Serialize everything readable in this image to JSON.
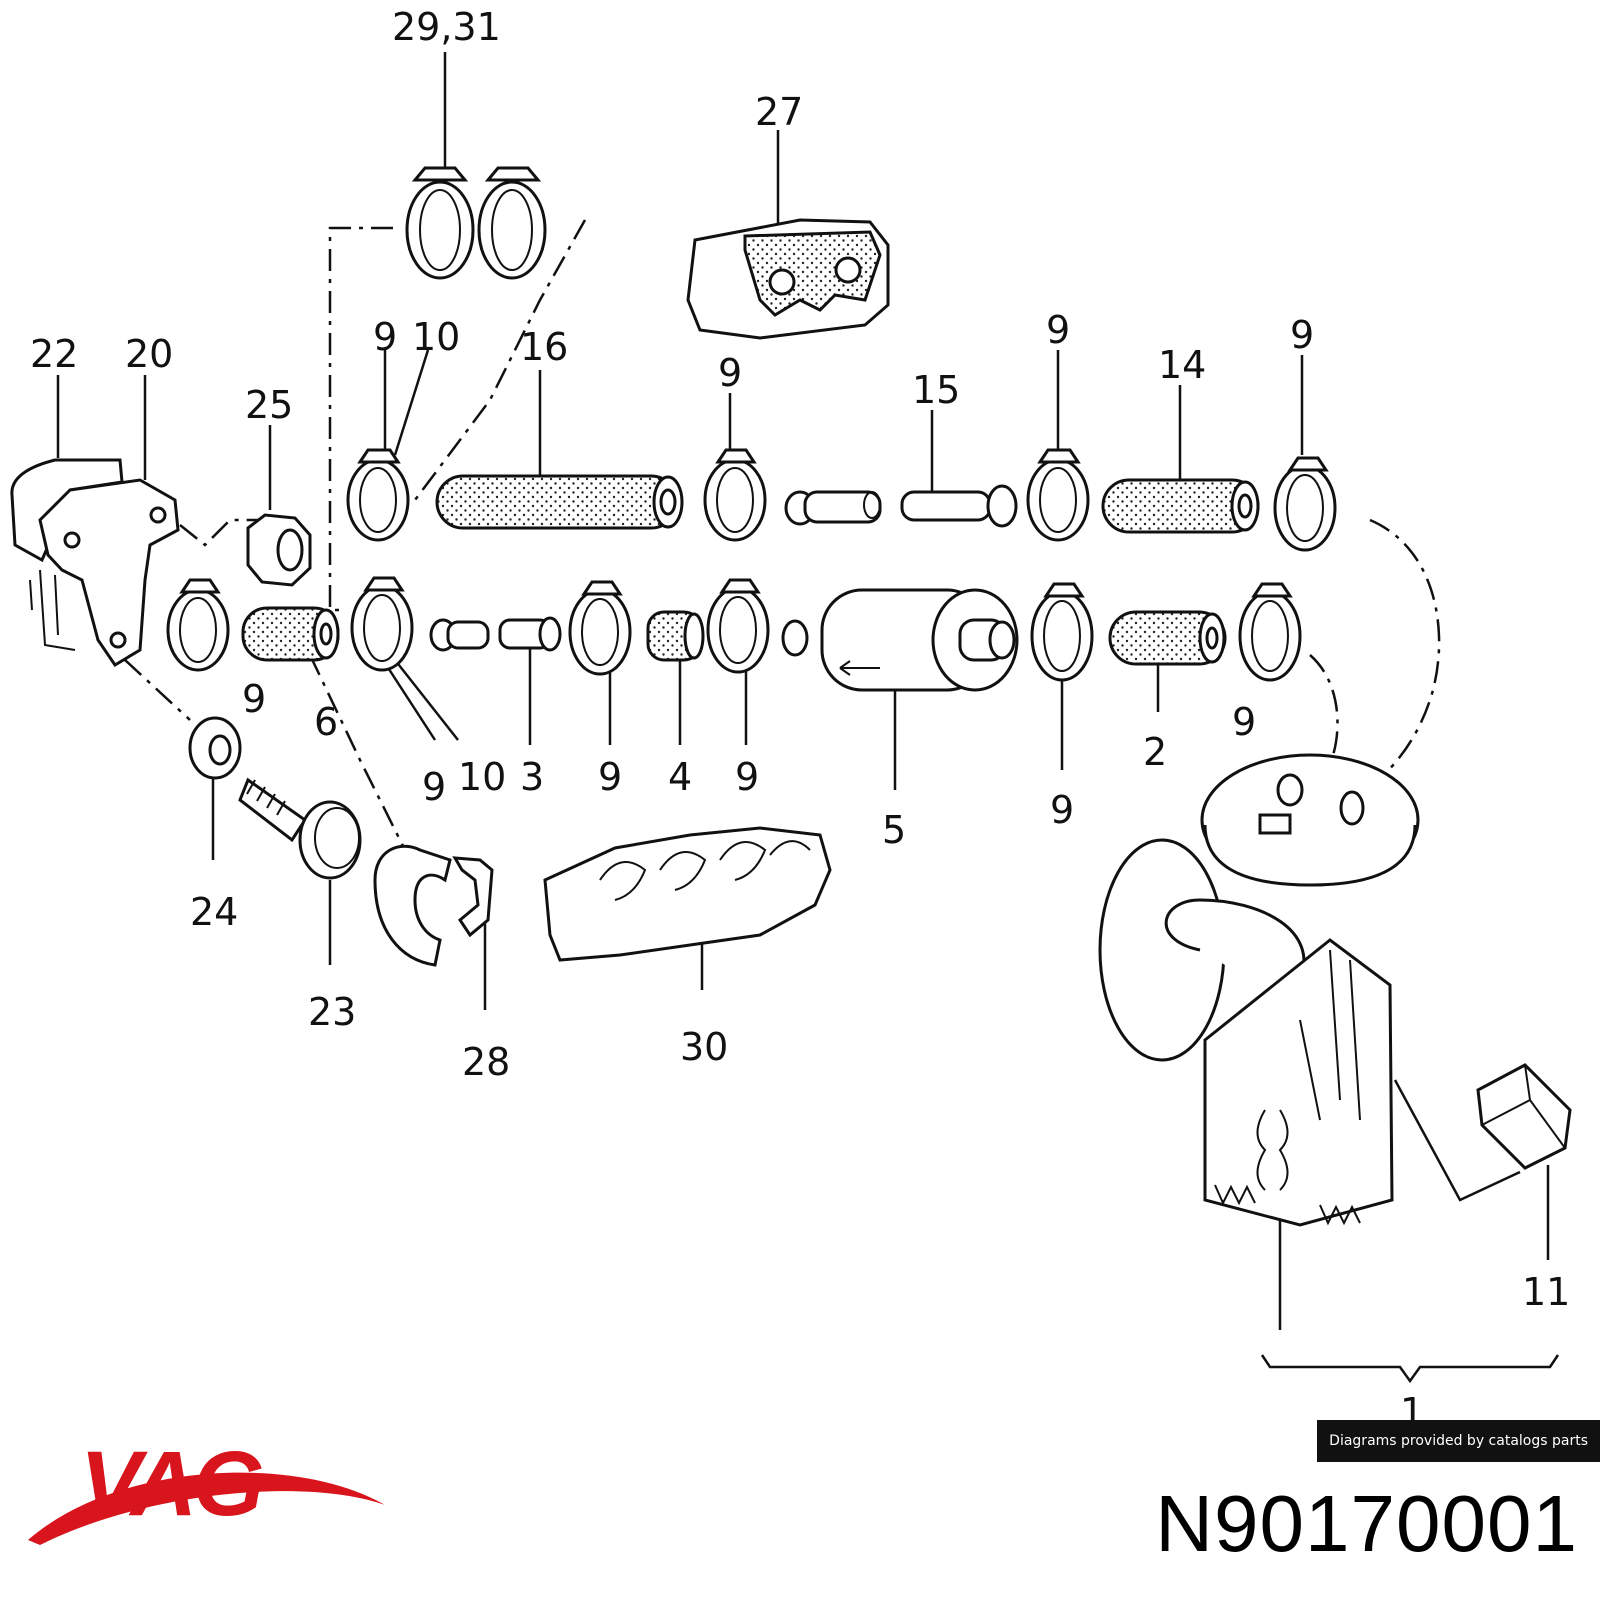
{
  "callouts": {
    "c2931": "29,31",
    "c27": "27",
    "c22": "22",
    "c20": "20",
    "c25": "25",
    "c9a": "9",
    "c10a": "10",
    "c16": "16",
    "c9b": "9",
    "c15": "15",
    "c9c": "9",
    "c14": "14",
    "c9d": "9",
    "c9e": "9",
    "c6": "6",
    "c9f": "9",
    "c10b": "10",
    "c3": "3",
    "c9g": "9",
    "c4": "4",
    "c9h": "9",
    "c5": "5",
    "c9i": "9",
    "c2": "2",
    "c9j": "9",
    "c24": "24",
    "c23": "23",
    "c28": "28",
    "c30": "30",
    "c11": "11",
    "c1": "1"
  },
  "brand": "VAG",
  "part_number": "N90170001",
  "credit": "Diagrams provided by catalogs parts",
  "colors": {
    "brand_red": "#d8141c",
    "line": "#111111"
  }
}
